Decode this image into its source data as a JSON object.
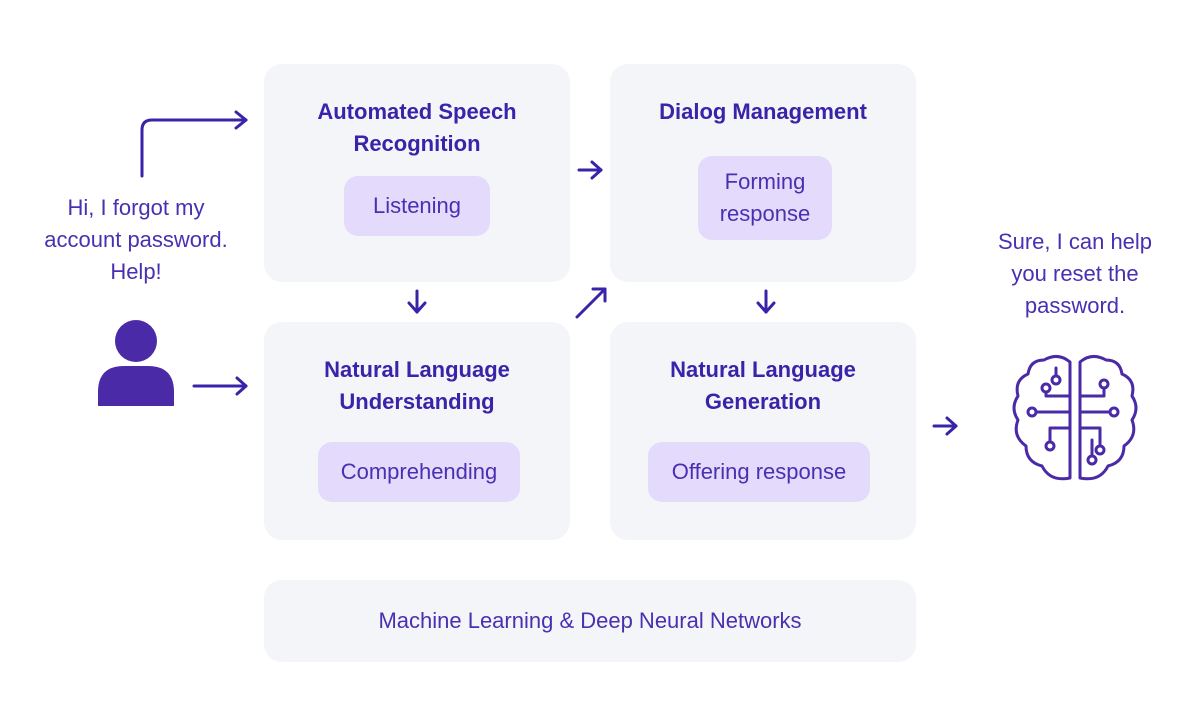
{
  "user": {
    "message": "Hi, I forgot my account password. Help!"
  },
  "stages": {
    "asr": {
      "title": "Automated Speech Recognition",
      "activity": "Listening"
    },
    "dm": {
      "title": "Dialog Management",
      "activity": "Forming response"
    },
    "nlu": {
      "title": "Natural Language Understanding",
      "activity": "Comprehending"
    },
    "nlg": {
      "title": "Natural Language Generation",
      "activity": "Offering response"
    }
  },
  "foundation": {
    "label": "Machine Learning & Deep Neural Networks"
  },
  "bot": {
    "message": "Sure, I can help you reset the password."
  },
  "colors": {
    "accent": "#3a23a8",
    "card_bg": "#f4f5f9",
    "pill_bg": "#e3dafc",
    "icon": "#4a2aa6"
  },
  "icons": {
    "user": "user-icon",
    "brain": "brain-circuit-icon"
  }
}
